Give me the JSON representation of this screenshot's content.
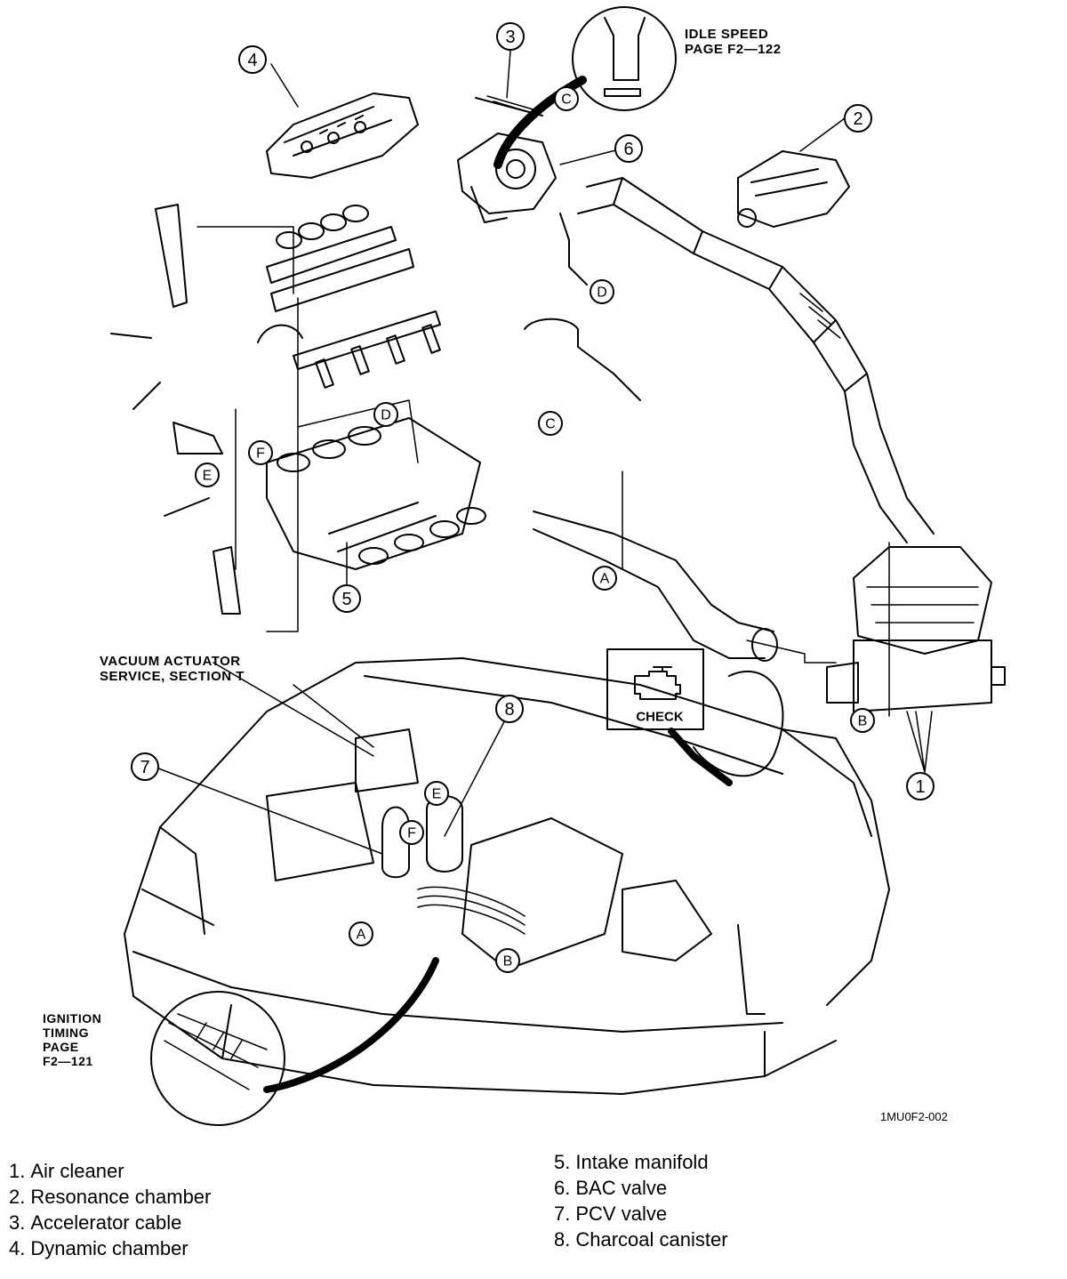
{
  "notes": {
    "idle_speed": "IDLE SPEED\nPAGE F2—122",
    "vacuum_actuator": "VACUUM ACTUATOR\nSERVICE, SECTION T",
    "ignition_timing": "IGNITION\nTIMING\nPAGE\nF2—121",
    "check_lamp": "CHECK"
  },
  "figure_id": "1MU0F2-002",
  "callouts": {
    "n1": "1",
    "n2": "2",
    "n3": "3",
    "n4": "4",
    "n5": "5",
    "n6": "6",
    "n7": "7",
    "n8": "8",
    "A1": "A",
    "A2": "A",
    "B1": "B",
    "B2": "B",
    "C1": "C",
    "C2": "C",
    "D1": "D",
    "D2": "D",
    "E1": "E",
    "E2": "E",
    "F1": "F",
    "F2": "F"
  },
  "legend": {
    "left": [
      {
        "num": "1.",
        "label": "Air cleaner"
      },
      {
        "num": "2.",
        "label": "Resonance chamber"
      },
      {
        "num": "3.",
        "label": "Accelerator cable"
      },
      {
        "num": "4.",
        "label": "Dynamic chamber"
      }
    ],
    "right": [
      {
        "num": "5.",
        "label": "Intake manifold"
      },
      {
        "num": "6.",
        "label": "BAC valve"
      },
      {
        "num": "7.",
        "label": "PCV valve"
      },
      {
        "num": "8.",
        "label": "Charcoal canister"
      }
    ]
  }
}
